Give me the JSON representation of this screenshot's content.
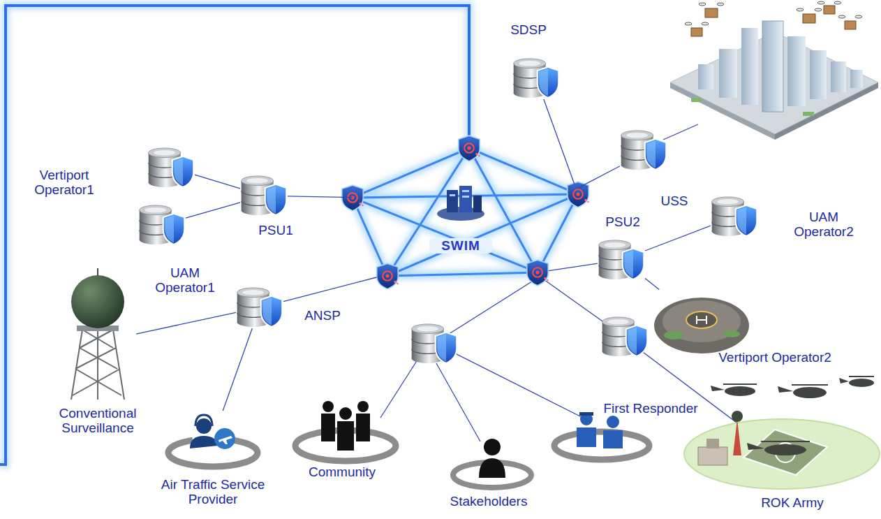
{
  "diagram": {
    "nodes": [
      {
        "text": [
          "Vertiport Operator1"
        ]
      },
      {
        "text": [
          "UAM Operator1"
        ]
      },
      {
        "text": [
          "PSU1"
        ]
      },
      {
        "text": [
          "SDSP"
        ]
      },
      {
        "text": [
          "SWIM"
        ]
      },
      {
        "text": [
          "USS"
        ]
      },
      {
        "text": [
          "PSU2"
        ]
      },
      {
        "text": [
          "UAM Operator2"
        ]
      },
      {
        "text": [
          "ANSP"
        ]
      },
      {
        "text": [
          "Conventional Surveillance"
        ]
      },
      {
        "text": [
          "Air Traffic Service Provider"
        ]
      },
      {
        "text": [
          "Community"
        ]
      },
      {
        "text": [
          "Stakeholders"
        ]
      },
      {
        "text": [
          "First Responder"
        ]
      },
      {
        "text": [
          "Vertiport Operator2"
        ]
      },
      {
        "text": [
          "ROK Army"
        ]
      }
    ],
    "edges": [
      {
        "from": 0,
        "to": 2,
        "arrow": "none"
      },
      {
        "from": 1,
        "to": 2,
        "arrow": "none"
      },
      {
        "from": 2,
        "to": 4,
        "arrow": "none"
      },
      {
        "from": 3,
        "to": 4,
        "arrow": "none"
      },
      {
        "from": 5,
        "to": 4,
        "arrow": "none"
      },
      {
        "from": 6,
        "to": 4,
        "arrow": "none"
      },
      {
        "from": 7,
        "to": 6,
        "arrow": "none"
      },
      {
        "from": 14,
        "to": 6,
        "arrow": "none"
      },
      {
        "from": 8,
        "to": 4,
        "arrow": "none"
      },
      {
        "from": 9,
        "to": 8,
        "arrow": "none"
      },
      {
        "from": 10,
        "to": 8,
        "arrow": "none"
      }
    ]
  }
}
